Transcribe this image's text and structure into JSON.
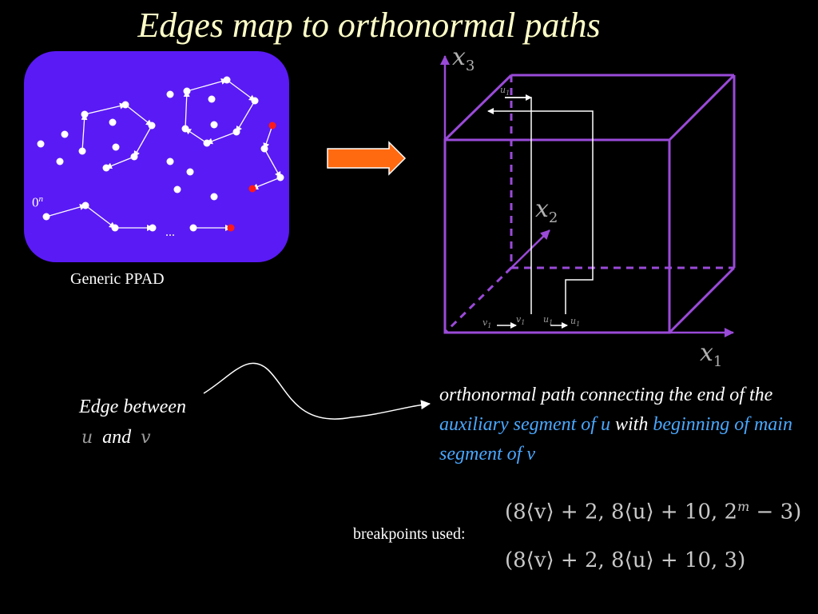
{
  "title": "Edges map to orthonormal paths",
  "ppad": {
    "label": "Generic PPAD",
    "zero_label": "0",
    "zero_sup": "n",
    "dots_label": "...",
    "box_color": "#5a1af5"
  },
  "cube": {
    "axis_x3": "x",
    "axis_x3_sub": "3",
    "axis_x2": "x",
    "axis_x2_sub": "2",
    "axis_x1": "x",
    "axis_x1_sub": "1",
    "label_u1_top": "u",
    "label_u1_top_sub": "1",
    "label_v1": "v",
    "label_v1_sub": "1",
    "label_v1p": "v",
    "label_v1p_sub": "1",
    "label_u1": "u",
    "label_u1_sub": "1",
    "label_u1p": "u",
    "label_u1p_sub": "1",
    "color": "#9a4ad8"
  },
  "edge_text": {
    "line1": "Edge between",
    "u": "u",
    "and": "and",
    "v": "v"
  },
  "description": {
    "part1": "orthonormal path connecting the end of the",
    "aux": "auxiliary segment of u",
    "part2": "with",
    "main": "beginning of main segment of v",
    "highlight_color": "#4aa8ff"
  },
  "breakpoints": {
    "label": "breakpoints used:",
    "formula1": "(8⟨v⟩ + 2, 8⟨u⟩ + 10, 2",
    "formula1_sup": "m",
    "formula1_end": " − 3)",
    "formula2": "(8⟨v⟩ + 2, 8⟨u⟩ + 10, 3)"
  },
  "arrow_color": "#ff6a10"
}
